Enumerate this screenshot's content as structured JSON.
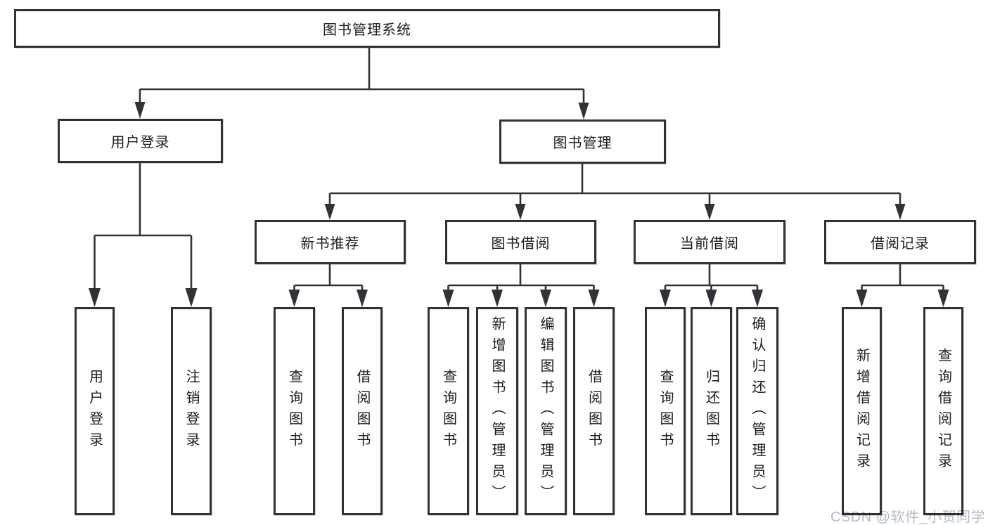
{
  "colors": {
    "line": "#2f3338",
    "text": "#1a1d21",
    "background": "#ffffff",
    "watermark": "#b4bac4"
  },
  "watermark": {
    "text": "CSDN @软件_小贺同学"
  },
  "tree": {
    "root": {
      "label": "图书管理系统",
      "children": [
        {
          "label": "用户登录",
          "children": [
            {
              "label": "用户登录"
            },
            {
              "label": "注销登录"
            }
          ]
        },
        {
          "label": "图书管理",
          "children": [
            {
              "label": "新书推荐",
              "children": [
                {
                  "label": "查询图书"
                },
                {
                  "label": "借阅图书"
                }
              ]
            },
            {
              "label": "图书借阅",
              "children": [
                {
                  "label": "查询图书"
                },
                {
                  "label": "新增图书（管理员）"
                },
                {
                  "label": "编辑图书（管理员）"
                },
                {
                  "label": "借阅图书"
                }
              ]
            },
            {
              "label": "当前借阅",
              "children": [
                {
                  "label": "查询图书"
                },
                {
                  "label": "归还图书"
                },
                {
                  "label": "确认归还（管理员）"
                }
              ]
            },
            {
              "label": "借阅记录",
              "children": [
                {
                  "label": "新增借阅记录"
                },
                {
                  "label": "查询借阅记录"
                }
              ]
            }
          ]
        }
      ]
    }
  }
}
